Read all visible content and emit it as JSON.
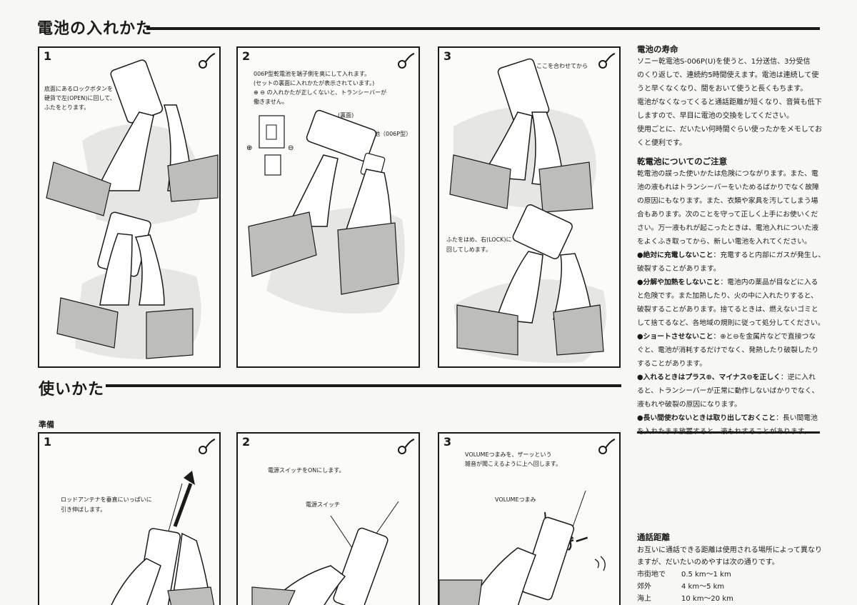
{
  "battery_section": {
    "title": "電池の入れかた",
    "steps": [
      {
        "num": "1",
        "captions": [
          "底面にあるロックボタンを",
          "硬貨で左(OPEN)に回して、",
          "ふたをとります。"
        ]
      },
      {
        "num": "2",
        "captions": [
          "006P型乾電池を端子側を奥にして入れます。",
          "(セットの裏面に入れかたが表示されています。)",
          "⊕ ⊖ の入れかたが正しくないと、トランシーバーが",
          "働きません。"
        ],
        "label_back": "(裏面)",
        "label_battery": "電池（006P型）"
      },
      {
        "num": "3",
        "caption_top": "ここを合わせてから",
        "captions": [
          "ふたをはめ、右(LOCK)に",
          "回してしめます。"
        ]
      }
    ]
  },
  "usage_section": {
    "title": "使いかた",
    "subtitle": "準備",
    "steps": [
      {
        "num": "1",
        "captions": [
          "ロッドアンテナを垂直にいっぱいに",
          "引き伸ばします。"
        ]
      },
      {
        "num": "2",
        "caption": "電源スイッチをONにします。",
        "label": "電源スイッチ"
      },
      {
        "num": "3",
        "captions": [
          "VOLUMEつまみを、ザーッという",
          "雑音が聞こえるように上へ回します。"
        ],
        "label": "VOLUMEつまみ",
        "sound": "ザー"
      }
    ]
  },
  "battery_life": {
    "heading": "電池の寿命",
    "lines": [
      "ソニー乾電池S-006P(U)を使うと、1分送信、3分受信",
      "のくり返しで、連続約5時間使えます。電池は連続して使",
      "うと早くなくなり、間をおいて使うと長くもちます。",
      "電池がなくなってくると通話距離が短くなり、音質も低下",
      "しますので、早目に電池の交換をしてください。",
      "使用ごとに、だいたい何時間ぐらい使ったかをメモしてお",
      "くと便利です。"
    ]
  },
  "battery_caution": {
    "heading": "乾電池についてのご注意",
    "intro": [
      "乾電池の誤った使いかたは危険につながります。また、電",
      "池の液もれはトランシーバーをいためるばかりでなく故障",
      "の原因にもなります。また、衣類や家具を汚してしまう場",
      "合もあります。次のことを守って正しく上手にお使いくだ",
      "さい。万一液もれが起こったときは、電池入れについた液",
      "をよくふき取ってから、新しい電池を入れてください。"
    ],
    "items": [
      {
        "bold": "●絶対に充電しないこと",
        "text": [
          "：充電すると内部にガスが発生し、",
          "破裂することがあります。"
        ]
      },
      {
        "bold": "●分解や加熱をしないこと",
        "text": [
          "：電池内の薬品が目などに入る",
          "と危険です。また加熱したり、火の中に入れたりすると、",
          "破裂することがあります。捨てるときは、燃えないゴミと",
          "して捨てるなど、各地域の規則に従って処分してください。"
        ]
      },
      {
        "bold": "●ショートさせないこと",
        "text": [
          "：⊕と⊖を金属片などで直接つな",
          "ぐと、電池が消耗するだけでなく、発熱したり破裂したり",
          "することがあります。"
        ]
      },
      {
        "bold": "●入れるときはプラス⊕、マイナス⊖を正しく",
        "text": [
          "：逆に入れ",
          "ると、トランシーバーが正常に動作しないばかりでなく、",
          "液もれや破裂の原因になります。"
        ]
      },
      {
        "bold": "●長い間使わないときは取り出しておくこと",
        "text": [
          "：長い間電池",
          "を入れたまま放置すると、液もれすることがあります。"
        ]
      }
    ]
  },
  "talk_range": {
    "heading": "通話距離",
    "lines": [
      "お互いに通話できる距離は使用される場所によって異なり",
      "ますが、だいたいのめやすは次の通りです。"
    ],
    "rows": [
      {
        "place": "市街地で",
        "range": "0.5 km～1 km"
      },
      {
        "place": "郊外",
        "range": "4 km～5 km"
      },
      {
        "place": "海上",
        "range": "10 km～20 km"
      }
    ]
  }
}
